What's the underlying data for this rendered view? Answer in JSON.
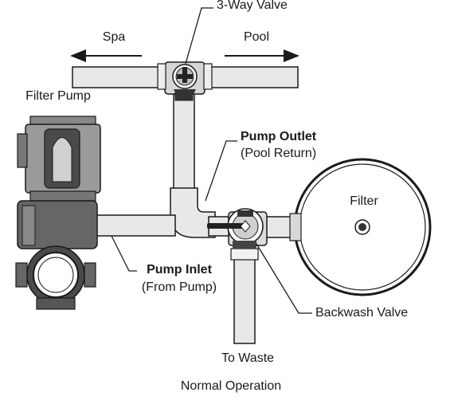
{
  "labels": {
    "three_way_valve": "3-Way Valve",
    "spa": "Spa",
    "pool": "Pool",
    "filter_pump": "Filter Pump",
    "pump_outlet_title": "Pump Outlet",
    "pump_outlet_sub": "(Pool Return)",
    "filter": "Filter",
    "pump_inlet_title": "Pump Inlet",
    "pump_inlet_sub": "(From Pump)",
    "backwash_valve": "Backwash Valve",
    "to_waste": "To Waste",
    "caption": "Normal Operation"
  },
  "colors": {
    "pipe_fill": "#e8e8e8",
    "outline": "#1a1a1a",
    "pump_body": "#555555",
    "filter_fill": "#ffffff",
    "background": "#ffffff"
  }
}
